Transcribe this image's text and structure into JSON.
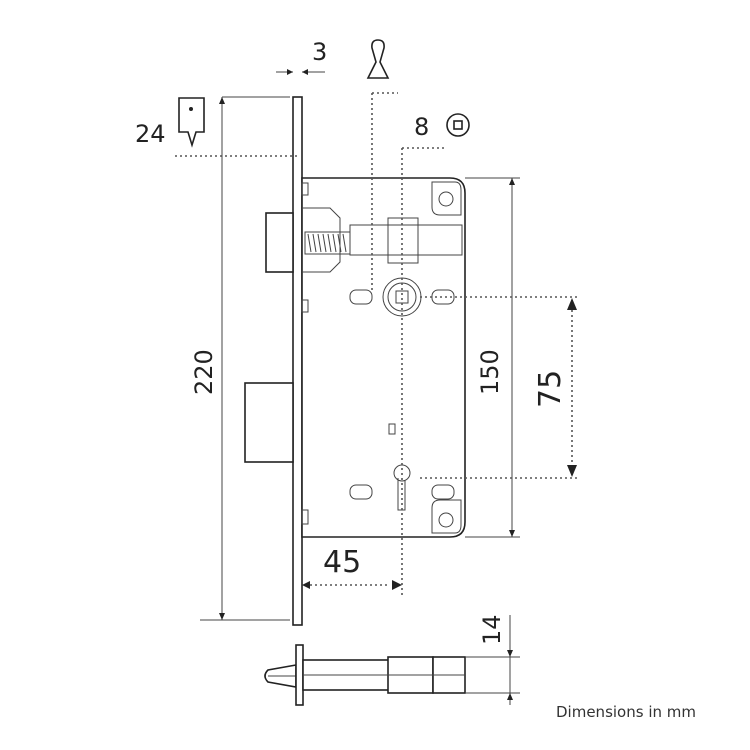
{
  "dimensions": {
    "faceplate_thickness": "3",
    "backset_top": "24",
    "spindle_square": "8",
    "total_height": "220",
    "case_height": "150",
    "spindle_to_key": "75",
    "backset": "45",
    "spindle_length_label": "14"
  },
  "note": "Dimensions in mm",
  "colors": {
    "line": "#222222",
    "background": "#ffffff"
  }
}
